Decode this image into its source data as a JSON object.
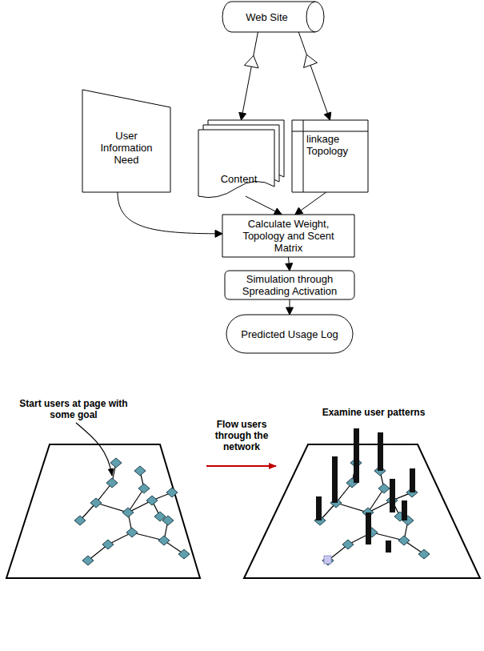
{
  "diagram": {
    "nodes": [
      {
        "text": [
          "Web Site"
        ]
      },
      {
        "text": [
          "User Information Need"
        ]
      },
      {
        "text": [
          "Content"
        ]
      },
      {
        "text": [
          "linkage Topology"
        ]
      },
      {
        "text": [
          "Calculate Weight, Topology and Scent Matrix"
        ]
      },
      {
        "text": [
          "Simulation through Spreading Activation"
        ]
      },
      {
        "text": [
          "Predicted Usage Log"
        ]
      }
    ],
    "edges": [
      {
        "from": 0,
        "to": 2,
        "arrow": "to"
      },
      {
        "from": 0,
        "to": 3,
        "arrow": "to"
      },
      {
        "from": 2,
        "to": 4,
        "arrow": "to"
      },
      {
        "from": 3,
        "to": 4,
        "arrow": "to"
      },
      {
        "from": 1,
        "to": 4,
        "arrow": "to"
      },
      {
        "from": 4,
        "to": 5,
        "arrow": "to"
      },
      {
        "from": 5,
        "to": 6,
        "arrow": "to"
      }
    ],
    "labels": [
      "Start users at page with some goal",
      "Flow users through the network",
      "Examine user patterns"
    ]
  }
}
